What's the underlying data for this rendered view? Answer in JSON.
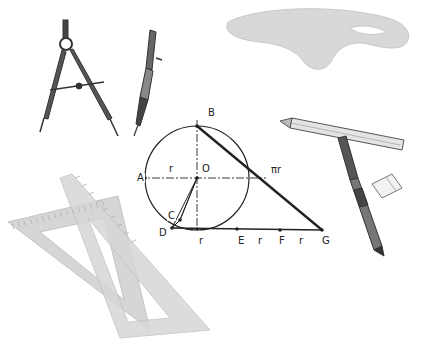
{
  "diagram": {
    "labels": [
      "B",
      "A",
      "r",
      "O",
      "πr",
      "C",
      "D",
      "r",
      "E",
      "r",
      "F",
      "r",
      "G"
    ]
  }
}
